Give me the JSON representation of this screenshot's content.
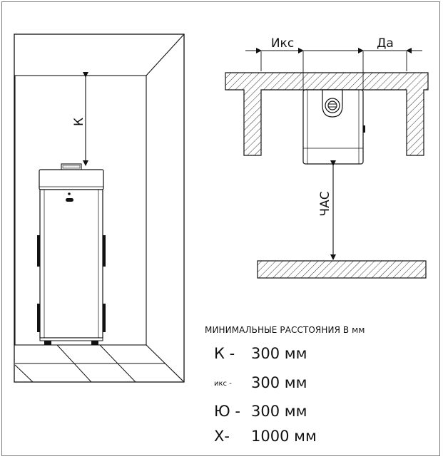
{
  "labels": {
    "k": "К",
    "x_left": "Икс",
    "y_right": "Да",
    "h": "ЧАС"
  },
  "legend": {
    "title": "МИНИМАЛЬНЫЕ РАССТОЯНИЯ В мм",
    "rows": [
      {
        "label": "К -",
        "value": "300 мм"
      },
      {
        "label": "икс -",
        "value": "300 мм"
      },
      {
        "label": "Ю -",
        "value": "300 мм"
      },
      {
        "label": "Х-",
        "value": "1000 мм"
      }
    ]
  },
  "colors": {
    "line": "#111111",
    "hatch": "#333333",
    "appliance_fill": "#ffffff",
    "frame": "#777777"
  }
}
